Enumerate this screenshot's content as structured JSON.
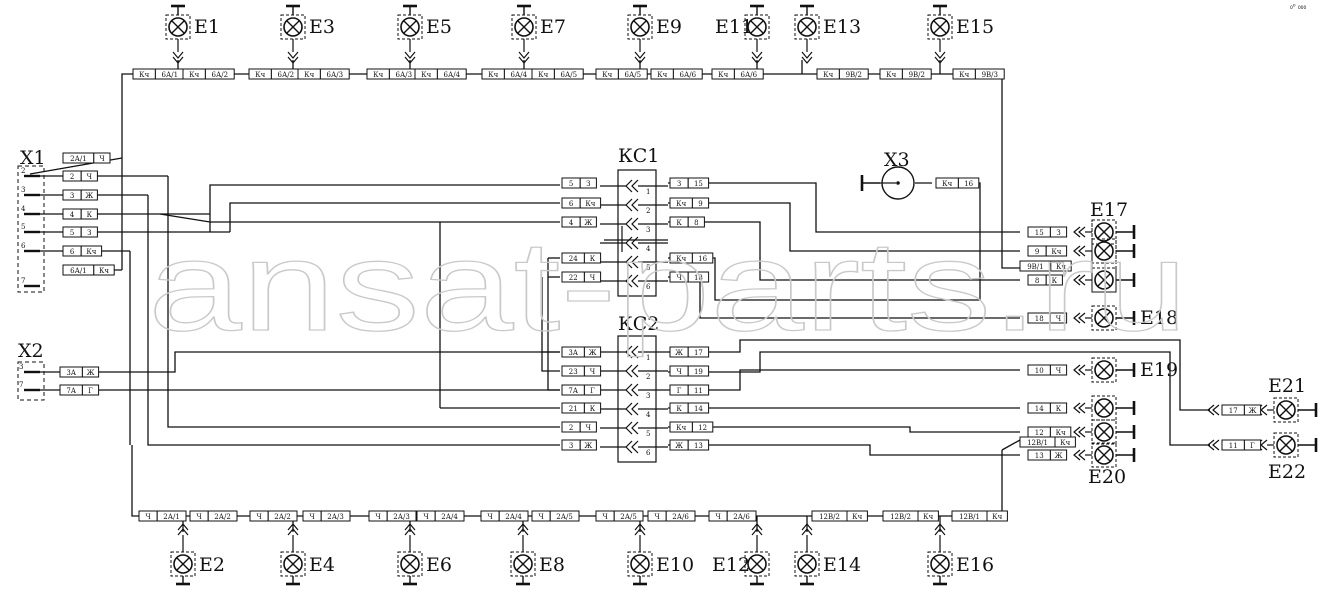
{
  "watermark": "ansat-parts.ru",
  "corner_mark": "₀⁰ ₀₀₀",
  "lamps_top": [
    "E1",
    "E3",
    "E5",
    "E7",
    "E9",
    "E11",
    "E13",
    "E15"
  ],
  "lamps_bottom": [
    "E2",
    "E4",
    "E6",
    "E8",
    "E10",
    "E12",
    "E14",
    "E16"
  ],
  "lamps_right": [
    "E17",
    "E18",
    "E19",
    "E20",
    "E21",
    "E22"
  ],
  "connectors": {
    "x1": {
      "label": "X1",
      "pins": [
        "2",
        "3",
        "4",
        "5",
        "6",
        "7"
      ],
      "tags": [
        [
          "2А/1",
          "Ч"
        ],
        [
          "2",
          "Ч"
        ],
        [
          "3",
          "Ж"
        ],
        [
          "4",
          "К"
        ],
        [
          "5",
          "З"
        ],
        [
          "6",
          "Кч"
        ],
        [
          "6А/1",
          "Кч"
        ]
      ]
    },
    "x2": {
      "label": "X2",
      "pins": [
        "3",
        "7"
      ],
      "tags": [
        [
          "3А",
          "Ж"
        ],
        [
          "7А",
          "Г"
        ]
      ]
    },
    "x3": {
      "label": "X3",
      "tag": [
        "Кч",
        "16"
      ]
    },
    "kc1": {
      "label": "КС1",
      "pins": [
        "1",
        "2",
        "3",
        "4",
        "5",
        "6"
      ],
      "left_tags": [
        [
          "5",
          "З"
        ],
        [
          "6",
          "Кч"
        ],
        [
          "4",
          "Ж"
        ],
        [
          "24",
          "К"
        ],
        [
          "22",
          "Ч"
        ]
      ],
      "right_tags": [
        [
          "З",
          "15"
        ],
        [
          "Кч",
          "9"
        ],
        [
          "К",
          "8"
        ],
        [
          "Кч",
          "16"
        ],
        [
          "Ч",
          "18"
        ]
      ]
    },
    "kc2": {
      "label": "КС2",
      "pins": [
        "1",
        "2",
        "3",
        "4",
        "5",
        "6"
      ],
      "left_tags": [
        [
          "3А",
          "Ж"
        ],
        [
          "23",
          "Ч"
        ],
        [
          "7А",
          "Г"
        ],
        [
          "21",
          "К"
        ],
        [
          "2",
          "Ч"
        ],
        [
          "3",
          "Ж"
        ]
      ],
      "right_tags": [
        [
          "Ж",
          "17"
        ],
        [
          "Ч",
          "19"
        ],
        [
          "Г",
          "11"
        ],
        [
          "К",
          "14"
        ],
        [
          "Кч",
          "12"
        ],
        [
          "Ж",
          "13"
        ]
      ]
    }
  },
  "top_tags": [
    [
      "Кч",
      "6А/1"
    ],
    [
      "Кч",
      "6А/2"
    ],
    [
      "Кч",
      "6А/2"
    ],
    [
      "Кч",
      "6А/3"
    ],
    [
      "Кч",
      "6А/3"
    ],
    [
      "Кч",
      "6А/4"
    ],
    [
      "Кч",
      "6А/4"
    ],
    [
      "Кч",
      "6А/5"
    ],
    [
      "Кч",
      "6А/5"
    ],
    [
      "Кч",
      "6А/6"
    ],
    [
      "Кч",
      "6А/6"
    ],
    [
      "Кч",
      "9В/2"
    ],
    [
      "Кч",
      "9В/2"
    ],
    [
      "Кч",
      "9В/3"
    ]
  ],
  "bottom_tags": [
    [
      "Ч",
      "2А/1"
    ],
    [
      "Ч",
      "2А/2"
    ],
    [
      "Ч",
      "2А/2"
    ],
    [
      "Ч",
      "2А/3"
    ],
    [
      "Ч",
      "2А/3"
    ],
    [
      "Ч",
      "2А/4"
    ],
    [
      "Ч",
      "2А/4"
    ],
    [
      "Ч",
      "2А/5"
    ],
    [
      "Ч",
      "2А/5"
    ],
    [
      "Ч",
      "2А/6"
    ],
    [
      "Ч",
      "2А/6"
    ],
    [
      "12В/2",
      "Кч"
    ],
    [
      "12В/2",
      "Кч"
    ],
    [
      "12В/1",
      "Кч"
    ]
  ],
  "right_tags": [
    [
      "15",
      "З"
    ],
    [
      "9",
      "Кч"
    ],
    [
      "9В/1",
      "Кч"
    ],
    [
      "8",
      "К"
    ],
    [
      "18",
      "Ч"
    ],
    [
      "10",
      "Ч"
    ],
    [
      "14",
      "К"
    ],
    [
      "12",
      "Кч"
    ],
    [
      "12В/1",
      "Кч"
    ],
    [
      "13",
      "Ж"
    ],
    [
      "17",
      "Ж"
    ],
    [
      "11",
      "Г"
    ]
  ]
}
